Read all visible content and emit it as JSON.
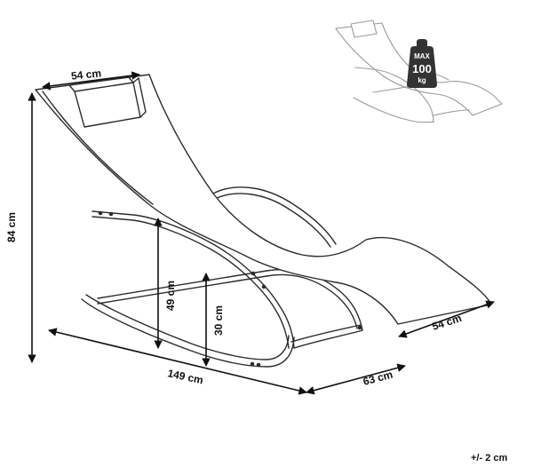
{
  "dimensions": {
    "width_top": "54 cm",
    "height_total": "84 cm",
    "seat_height_49": "49 cm",
    "seat_height_30": "30 cm",
    "length": "149 cm",
    "depth_63": "63 cm",
    "width_front": "54 cm"
  },
  "load_badge": {
    "max": "MAX",
    "value": "100",
    "unit": "kg"
  },
  "tolerance": "+/- 2 cm",
  "colors": {
    "line": "#2b2b2b",
    "badge": "#333333",
    "background": "#ffffff"
  }
}
